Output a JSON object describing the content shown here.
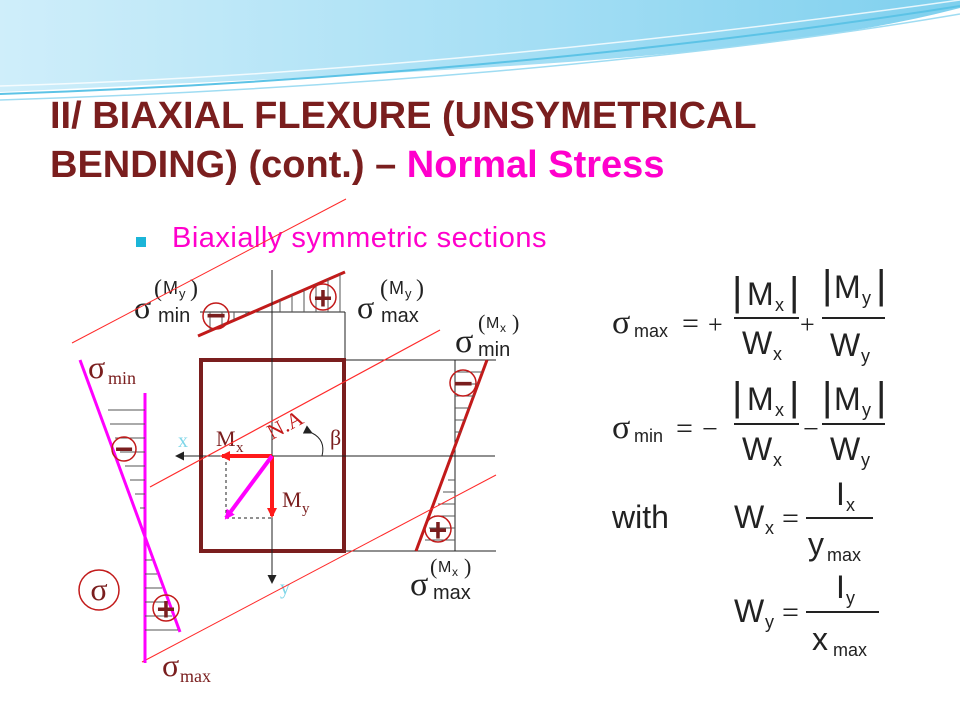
{
  "slide": {
    "title_line1": "II/ BIAXIAL FLEXURE (UNSYMETRICAL",
    "title_line2_a": "BENDING) (cont.) – ",
    "title_line2_b": "Normal Stress",
    "bullet": "Biaxially symmetric sections"
  },
  "symbols": {
    "sigma": "σ",
    "beta": "β",
    "minus": "−",
    "plus": "+",
    "eq": "=",
    "bar": "|",
    "lparen": "(",
    "rparen": ")"
  },
  "diagram": {
    "sub_min": "min",
    "sub_max": "max",
    "moment_My": "M",
    "moment_My_sub": "y",
    "moment_Mx": "M",
    "moment_Mx_sub": "x",
    "axis_x": "x",
    "axis_y": "y",
    "neutral_axis": "N.A"
  },
  "formulas": {
    "M": "M",
    "W": "W",
    "sub_x": "x",
    "sub_y": "y",
    "sub_max": "max",
    "sub_min": "min",
    "with": "with",
    "I": "I",
    "y_var": "y",
    "x_var": "x"
  },
  "colors": {
    "title": "#7a1e1e",
    "accent": "#ff00cc",
    "section": "#7a1e1e",
    "stress_line": "#c21a1a",
    "arrow": "#ff1a1a",
    "moment_vector": "#ff00ff",
    "axis_label": "#7fd6e8",
    "bullet": "#1bb5d8"
  }
}
